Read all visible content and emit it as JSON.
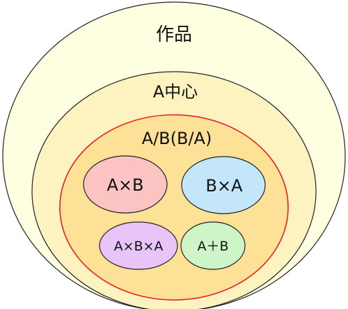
{
  "diagram": {
    "outer_label": "作品",
    "middle_label": "A中心",
    "inner_label": "A/B(B/A)",
    "nodes": {
      "axb": "A×B",
      "bxa": "B×A",
      "axbxa": "A×B×A",
      "aplusb": "A＋B"
    }
  },
  "colors": {
    "outer_fill": "#fefee0",
    "middle_fill": "#fdf3c0",
    "inner_fill": "#fde197",
    "inner_stroke": "#e8201e",
    "axb_fill": "#fbc4c2",
    "bxa_fill": "#c4e6fb",
    "axbxa_fill": "#e8c4f8",
    "aplusb_fill": "#cdf5c8",
    "line": "#222222"
  }
}
